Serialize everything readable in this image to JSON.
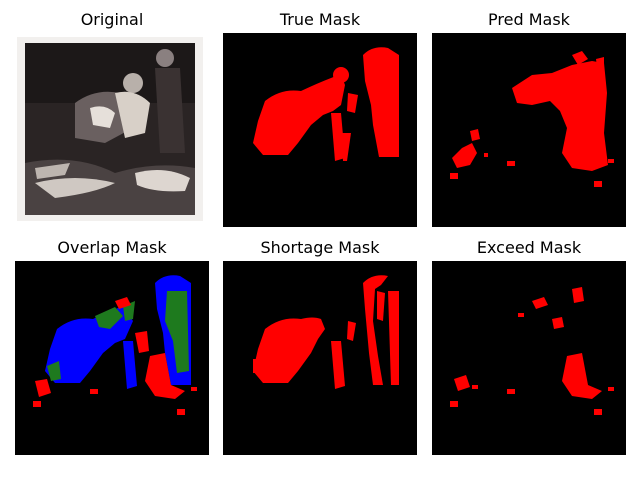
{
  "panels": [
    {
      "title": "Original"
    },
    {
      "title": "True Mask"
    },
    {
      "title": "Pred Mask"
    },
    {
      "title": "Overlap Mask"
    },
    {
      "title": "Shortage Mask"
    },
    {
      "title": "Exceed Mask"
    }
  ],
  "colors": {
    "background": "#000000",
    "mask": "#ff0000",
    "overlap_true_only": "#0000ff",
    "overlap_both": "#1e7a1e",
    "overlap_pred_only": "#ff0000"
  }
}
